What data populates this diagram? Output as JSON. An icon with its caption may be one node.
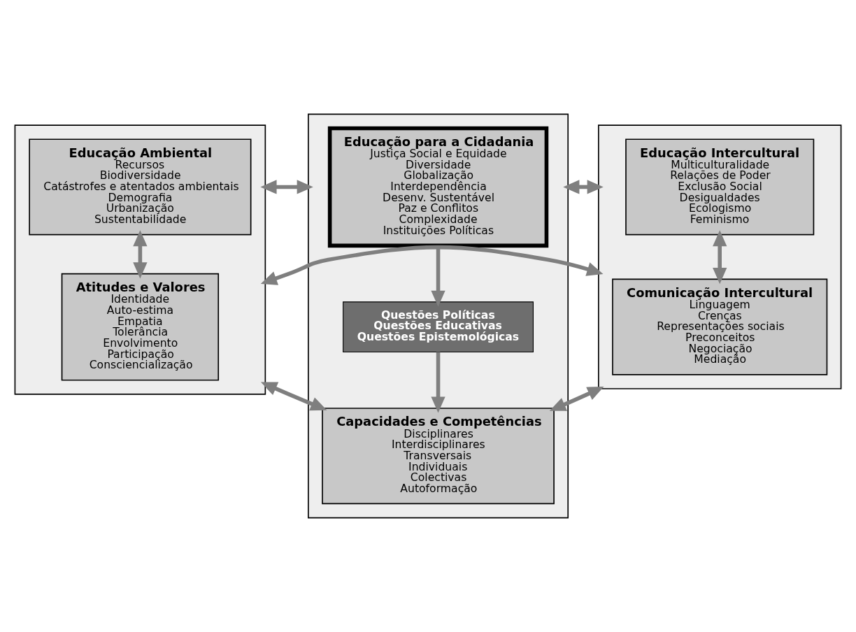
{
  "diagram": {
    "nodes": [
      {
        "text": [],
        "shape": "box"
      },
      {
        "text": [
          "Educação Ambiental",
          "Recursos",
          "Biodiversidade",
          "Catástrofes e atentados ambientais",
          "Demografia",
          "Urbanização",
          "Sustentabilidade"
        ],
        "in": 0
      },
      {
        "text": [
          "Atitudes e Valores",
          "Identidade",
          "Auto-estima",
          "Empatia",
          "Tolerância",
          "Envolvimento",
          "Participação",
          "Consciencialização"
        ],
        "in": 0
      },
      {
        "text": [],
        "shape": "box"
      },
      {
        "text": [
          "Educação para a Cidadania",
          "Justiça Social e Equidade",
          "Diversidade",
          "Globalização",
          "Interdependência",
          "Desenv. Sustentável",
          "Paz e Conflitos",
          "Complexidade",
          "Instituições Políticas"
        ],
        "in": 3
      },
      {
        "text": [
          "Questões Políticas",
          "Questões Educativas",
          "Questões Epistemológicas"
        ],
        "in": 3
      },
      {
        "text": [
          "Capacidades e Competências",
          "Disciplinares",
          "Interdisciplinares",
          "Transversais",
          "Individuais",
          "Colectivas",
          "Autoformação"
        ],
        "in": 3
      },
      {
        "text": [],
        "shape": "box"
      },
      {
        "text": [
          "Educação Intercultural",
          "Multiculturalidade",
          "Relações de Poder",
          "Exclusão Social",
          "Desigualdades",
          "Ecologismo",
          "Feminismo"
        ],
        "in": 7
      },
      {
        "text": [
          "Comunicação Intercultural",
          "Linguagem",
          "Crenças",
          "Representações sociais",
          "Preconceitos",
          "Negociação",
          "Mediação"
        ],
        "in": 7
      }
    ],
    "edges": [
      {
        "from": 0,
        "to": 3,
        "arrow": "both"
      },
      {
        "from": 3,
        "to": 7,
        "arrow": "both"
      },
      {
        "from": 1,
        "to": 2,
        "arrow": "both"
      },
      {
        "from": 4,
        "to": 5,
        "arrow": "to"
      },
      {
        "from": 5,
        "to": 6,
        "arrow": "to"
      },
      {
        "from": 8,
        "to": 9,
        "arrow": "both"
      },
      {
        "from": 0,
        "to": 6,
        "arrow": "both"
      },
      {
        "from": 6,
        "to": 7,
        "arrow": "both"
      },
      {
        "from": 0,
        "to": 7,
        "arrow": "both"
      }
    ]
  }
}
